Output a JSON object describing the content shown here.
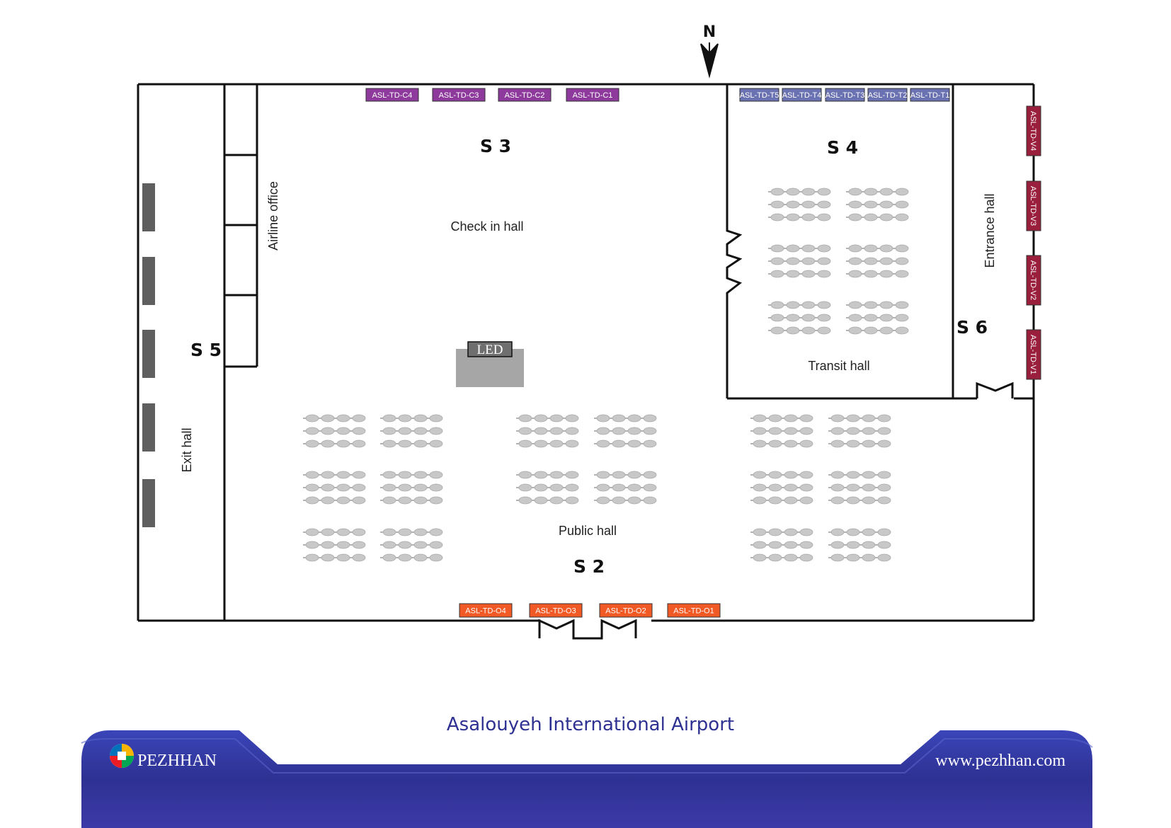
{
  "compass": {
    "label": "N",
    "icon": "north-arrow-icon"
  },
  "rooms": {
    "check_in": "Check in hall",
    "airline_office": "Airline office",
    "transit": "Transit hall",
    "entrance": "Entrance hall",
    "exit": "Exit hall",
    "public": "Public hall"
  },
  "sections": {
    "s2": "S 2",
    "s3": "S 3",
    "s4": "S 4",
    "s5": "S 5",
    "s6": "S 6"
  },
  "led_label": "LED",
  "devices": {
    "c": [
      "ASL-TD-C4",
      "ASL-TD-C3",
      "ASL-TD-C2",
      "ASL-TD-C1"
    ],
    "t": [
      "ASL-TD-T5",
      "ASL-TD-T4",
      "ASL-TD-T3",
      "ASL-TD-T2",
      "ASL-TD-T1"
    ],
    "v": [
      "ASL-TD-V4",
      "ASL-TD-V3",
      "ASL-TD-V2",
      "ASL-TD-V1"
    ],
    "o": [
      "ASL-TD-O4",
      "ASL-TD-O3",
      "ASL-TD-O2",
      "ASL-TD-O1"
    ]
  },
  "colors": {
    "c_devices": "#8e3a9d",
    "t_devices": "#6a72b2",
    "v_devices": "#9a1f3c",
    "o_devices": "#f15a24",
    "seat": "#c8c8c8",
    "wall": "#111111",
    "footer_band": "#2e3192",
    "footer_title": "#2e3192"
  },
  "footer": {
    "title": "Asalouyeh International Airport",
    "brand": "PEZHHAN",
    "url": "www.pezhhan.com",
    "logo_icon": "pezhhan-logo-icon"
  }
}
